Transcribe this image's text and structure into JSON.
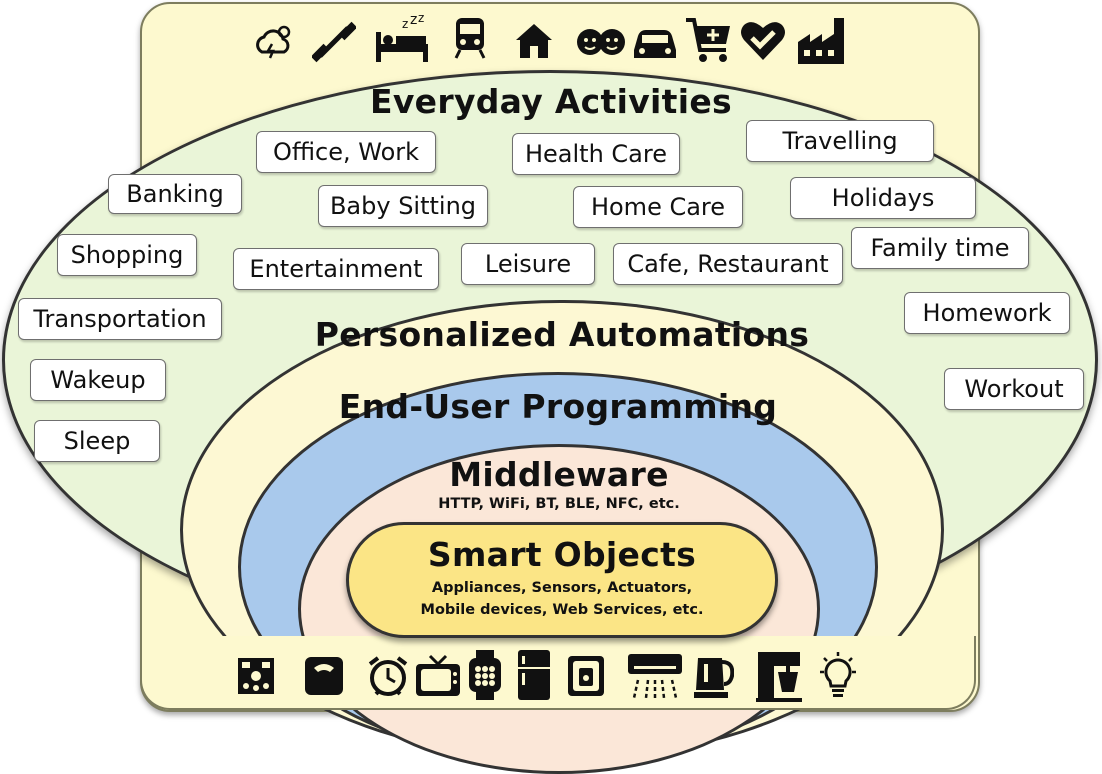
{
  "layers": {
    "everyday_activities": "Everyday Activities",
    "personalized_automations": "Personalized Automations",
    "end_user_programming": "End-User Programming",
    "middleware": "Middleware",
    "middleware_protocols": "HTTP, WiFi, BT, BLE, NFC, etc.",
    "smart_objects": "Smart Objects",
    "smart_objects_line1": "Appliances, Sensors, Actuators,",
    "smart_objects_line2": "Mobile devices, Web Services, etc."
  },
  "activities": [
    "Office, Work",
    "Health Care",
    "Travelling",
    "Banking",
    "Baby Sitting",
    "Home Care",
    "Holidays",
    "Shopping",
    "Entertainment",
    "Leisure",
    "Cafe, Restaurant",
    "Family time",
    "Transportation",
    "Homework",
    "Wakeup",
    "Workout",
    "Sleep"
  ],
  "top_icons": [
    "weather-icon",
    "dumbbell-icon",
    "sleep-bed-icon",
    "train-icon",
    "house-icon",
    "babies-icon",
    "car-icon",
    "shopping-cart-icon",
    "heart-check-icon",
    "factory-icon"
  ],
  "bottom_icons": [
    "stereo-speaker-icon",
    "bathroom-scale-icon",
    "alarm-clock-icon",
    "television-icon",
    "smartwatch-icon",
    "refrigerator-icon",
    "water-heater-icon",
    "air-conditioner-icon",
    "electric-kettle-icon",
    "stand-mixer-icon",
    "light-bulb-icon"
  ],
  "colors": {
    "frame": "#fdf9cf",
    "everyday": "#eaf5d8",
    "personalized": "#fdf8d3",
    "end_user": "#a9c9ec",
    "middleware": "#fbe7d8",
    "smart_objects": "#fbe586"
  }
}
